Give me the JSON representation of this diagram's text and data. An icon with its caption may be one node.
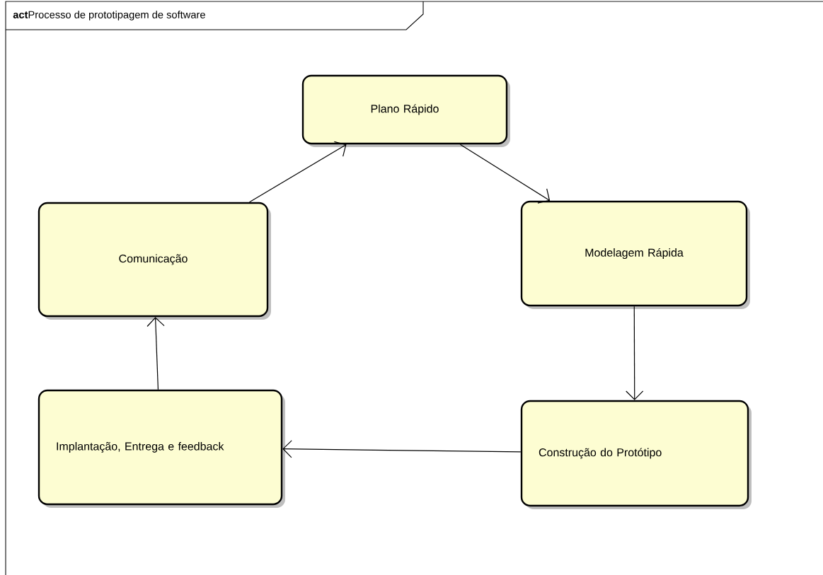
{
  "diagram": {
    "title": "**act**Processo de prototipagem de software",
    "nodes": [
      {
        "text": [
          "Plano Rápido"
        ]
      },
      {
        "text": [
          "Comunicação"
        ]
      },
      {
        "text": [
          "Modelagem Rápida"
        ]
      },
      {
        "text": [
          "Implantação, Entrega e feedback"
        ]
      },
      {
        "text": [
          "Construção do Protótipo"
        ]
      }
    ],
    "edges": [
      {
        "from": 1,
        "to": 0,
        "arrow": "to"
      },
      {
        "from": 0,
        "to": 2,
        "arrow": "to"
      },
      {
        "from": 2,
        "to": 4,
        "arrow": "to"
      },
      {
        "from": 4,
        "to": 3,
        "arrow": "to"
      },
      {
        "from": 3,
        "to": 1,
        "arrow": "to"
      }
    ]
  }
}
